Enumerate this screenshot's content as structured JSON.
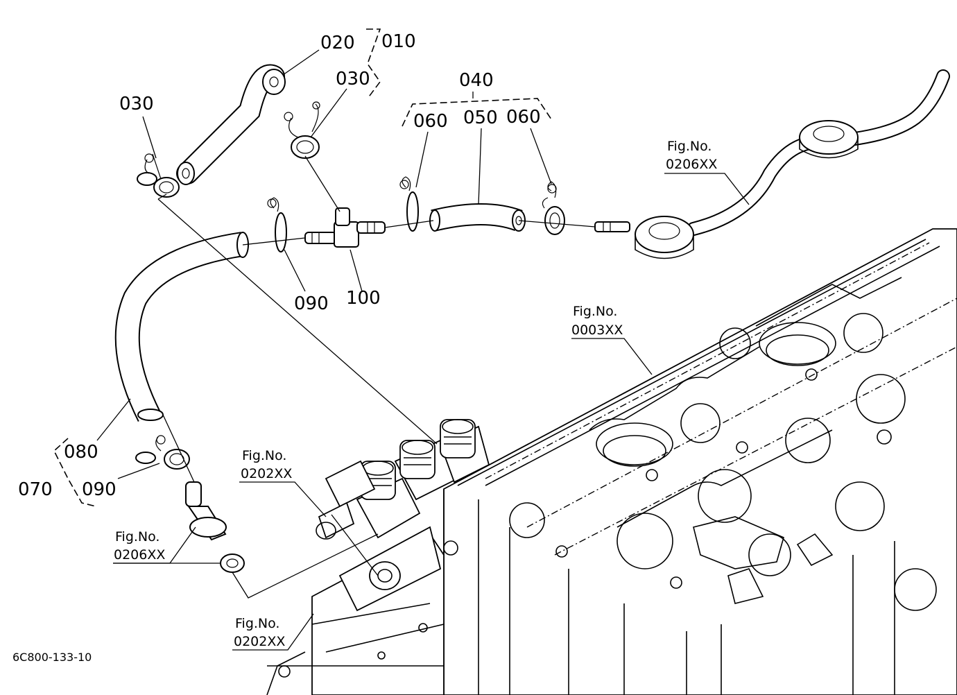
{
  "callouts": {
    "c010": "010",
    "c020": "020",
    "c030a": "030",
    "c030b": "030",
    "c040": "040",
    "c050": "050",
    "c060a": "060",
    "c060b": "060",
    "c070": "070",
    "c080": "080",
    "c090a": "090",
    "c090b": "090",
    "c100": "100"
  },
  "figrefs": {
    "fig0206_top": {
      "label": "Fig.No.",
      "number": "0206XX"
    },
    "fig0003": {
      "label": "Fig.No.",
      "number": "0003XX"
    },
    "fig0202_mid": {
      "label": "Fig.No.",
      "number": "0202XX"
    },
    "fig0206_left": {
      "label": "Fig.No.",
      "number": "0206XX"
    },
    "fig0202_bottom": {
      "label": "Fig.No.",
      "number": "0202XX"
    }
  },
  "caption": "6C800-133-10"
}
